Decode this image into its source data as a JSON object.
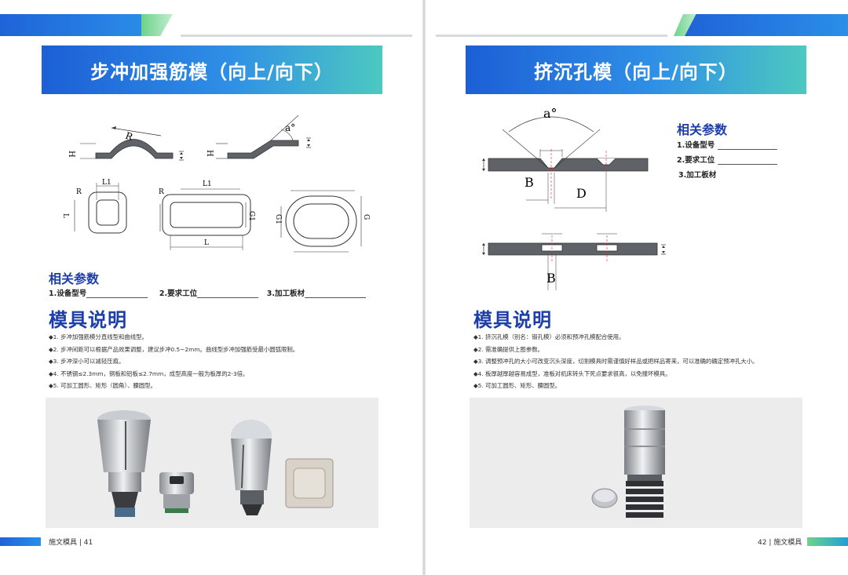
{
  "left": {
    "title": "步冲加强筋模（向上/向下）",
    "diagram_labels": {
      "H1": "H",
      "R1": "R",
      "H2": "H",
      "angle": "a°",
      "L1a": "L1",
      "Ra": "R",
      "La": "L",
      "L1b": "L1",
      "Rb": "R",
      "G1b": "G1",
      "Lb": "L",
      "G1c": "G1",
      "Gc": "G"
    },
    "params_heading": "相关参数",
    "params": [
      "1.设备型号",
      "2.要求工位",
      "3.加工板材"
    ],
    "desc_heading": "模具说明",
    "bullets": [
      "◆1. 步冲加强筋模分直线型和曲线型。",
      "◆2. 步冲间距可以根据产品效果调整，建议步冲0.5~2mm。曲线型步冲加强筋受最小圆弧限制。",
      "◆3. 步冲深小可以减轻压痕。",
      "◆4. 不锈钢≤2.3mm，铜板和铝板≤2.7mm，成型高度一般为板厚的2-3倍。",
      "◆5. 可加工圆形、矩形（圆角）、腰圆型。"
    ],
    "footer": "施文模具 | 41"
  },
  "right": {
    "title": "挤沉孔模（向上/向下）",
    "diagram_labels": {
      "angle": "a°",
      "B1": "B",
      "D": "D",
      "B2": "B"
    },
    "params_heading": "相关参数",
    "params": [
      "1.设备型号",
      "2.要求工位",
      "3.加工板材"
    ],
    "desc_heading": "模具说明",
    "bullets": [
      "◆1. 挤沉孔模（别名：锻孔模）必须和预冲孔模配合使用。",
      "◆2. 需准确提供上图参数。",
      "◆3. 调整预冲孔的大小可改变沉头深度，切割模具时需谨慎好样品或把样品寄来，可以准确的确定预冲孔大小。",
      "◆4. 板厚越厚越容易成型，准板对机床转头下死点要求很高，以免撞坏模具。",
      "◆5. 可加工圆形、矩形、腰圆型。"
    ],
    "footer": "42 | 施文模具"
  },
  "colors": {
    "banner_start": "#1c5fd6",
    "banner_end": "#4cc9c0",
    "heading_blue": "#1c3ea8",
    "part_fill": "#5f6368"
  }
}
